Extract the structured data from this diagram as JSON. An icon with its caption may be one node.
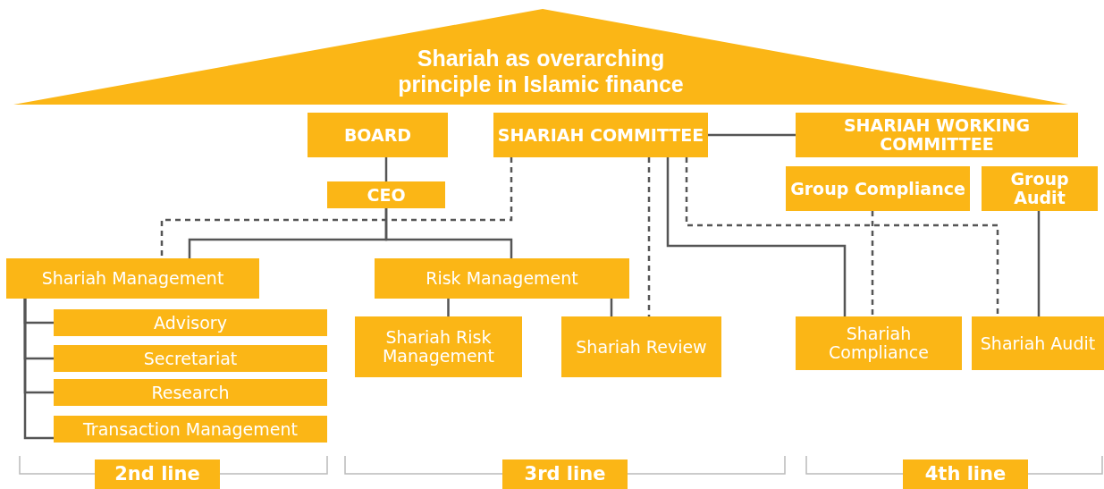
{
  "diagram": {
    "nodes": [
      {
        "text": [
          "Shariah as overarching principle in Islamic finance"
        ]
      },
      {
        "text": [
          "BOARD"
        ]
      },
      {
        "text": [
          "SHARIAH COMMITTEE"
        ]
      },
      {
        "text": [
          "SHARIAH WORKING COMMITTEE"
        ]
      },
      {
        "text": [
          "CEO"
        ]
      },
      {
        "text": [
          "Group Compliance"
        ]
      },
      {
        "text": [
          "Group Audit"
        ]
      },
      {
        "text": [
          "Shariah Management"
        ]
      },
      {
        "text": [
          "Risk Management"
        ]
      },
      {
        "text": [
          "Advisory"
        ]
      },
      {
        "text": [
          "Secretariat"
        ]
      },
      {
        "text": [
          "Research"
        ]
      },
      {
        "text": [
          "Transaction Management"
        ]
      },
      {
        "text": [
          "Shariah Risk Management"
        ]
      },
      {
        "text": [
          "Shariah Review"
        ]
      },
      {
        "text": [
          "Shariah Compliance"
        ]
      },
      {
        "text": [
          "Shariah Audit"
        ]
      },
      {
        "text": [
          "2nd line"
        ]
      },
      {
        "text": [
          "3rd line"
        ]
      },
      {
        "text": [
          "4th line"
        ]
      }
    ],
    "edges": [
      {
        "from": 1,
        "to": 4,
        "arrow": "none"
      },
      {
        "from": 2,
        "to": 3,
        "arrow": "none"
      },
      {
        "from": 4,
        "to": 7,
        "arrow": "none"
      },
      {
        "from": 4,
        "to": 8,
        "arrow": "none"
      },
      {
        "from": 2,
        "to": 7,
        "arrow": "none",
        "style": "dashed"
      },
      {
        "from": 7,
        "to": 9,
        "arrow": "none"
      },
      {
        "from": 7,
        "to": 10,
        "arrow": "none"
      },
      {
        "from": 7,
        "to": 11,
        "arrow": "none"
      },
      {
        "from": 7,
        "to": 12,
        "arrow": "none"
      },
      {
        "from": 8,
        "to": 13,
        "arrow": "none"
      },
      {
        "from": 8,
        "to": 14,
        "arrow": "none"
      },
      {
        "from": 2,
        "to": 14,
        "arrow": "none",
        "style": "dashed"
      },
      {
        "from": 2,
        "to": 15,
        "arrow": "none"
      },
      {
        "from": 2,
        "to": 16,
        "arrow": "none",
        "style": "dashed"
      },
      {
        "from": 5,
        "to": 15,
        "arrow": "none",
        "style": "dashed"
      },
      {
        "from": 6,
        "to": 16,
        "arrow": "none"
      }
    ]
  }
}
